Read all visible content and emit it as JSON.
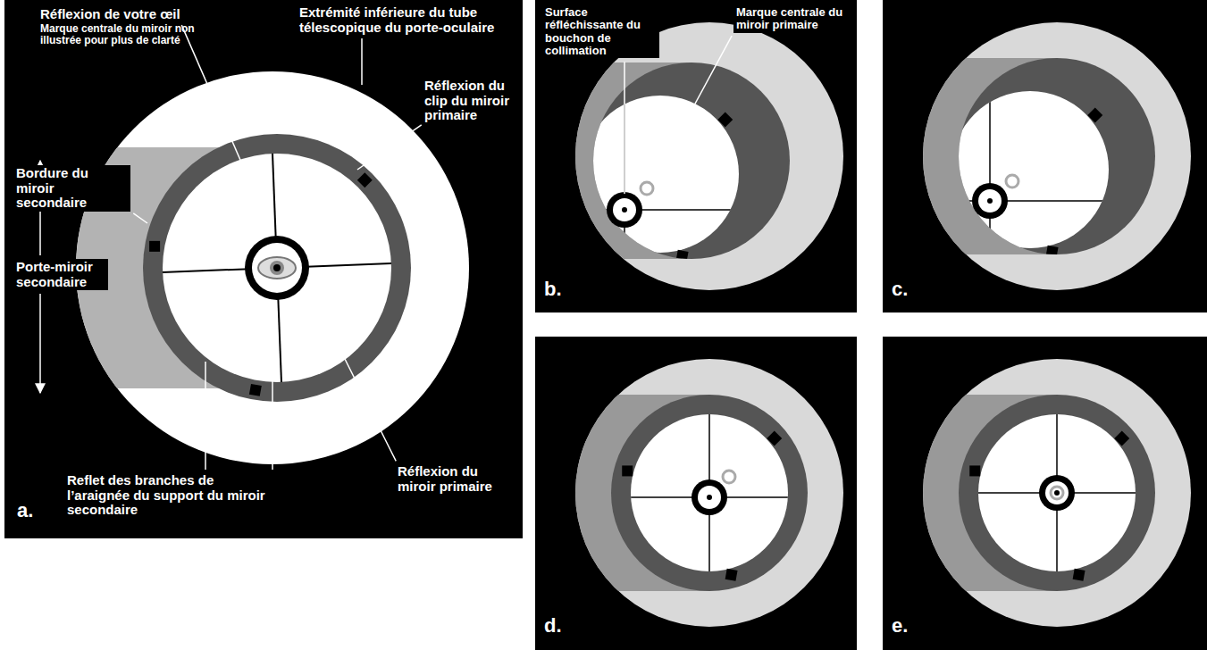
{
  "diagram": {
    "nodes": [
      {
        "text": [
          "Réflexion de votre œil",
          "Marque centrale du miroir non illustrée pour plus de clarté",
          "Extrémité inférieure du tube télescopique du porte-oculaire",
          "Réflexion du clip du miroir primaire",
          "Bordure du miroir secondaire",
          "Porte-miroir secondaire",
          "Reflet des branches de l’araignée du support du miroir secondaire",
          "Réflexion du miroir primaire",
          "a."
        ]
      },
      {
        "text": [
          "Surface réfléchissante du bouchon de collimation",
          "Marque centrale du miroir primaire",
          "b."
        ]
      },
      {
        "text": [
          "c."
        ]
      },
      {
        "text": [
          "d."
        ]
      },
      {
        "text": [
          "e."
        ]
      }
    ]
  }
}
